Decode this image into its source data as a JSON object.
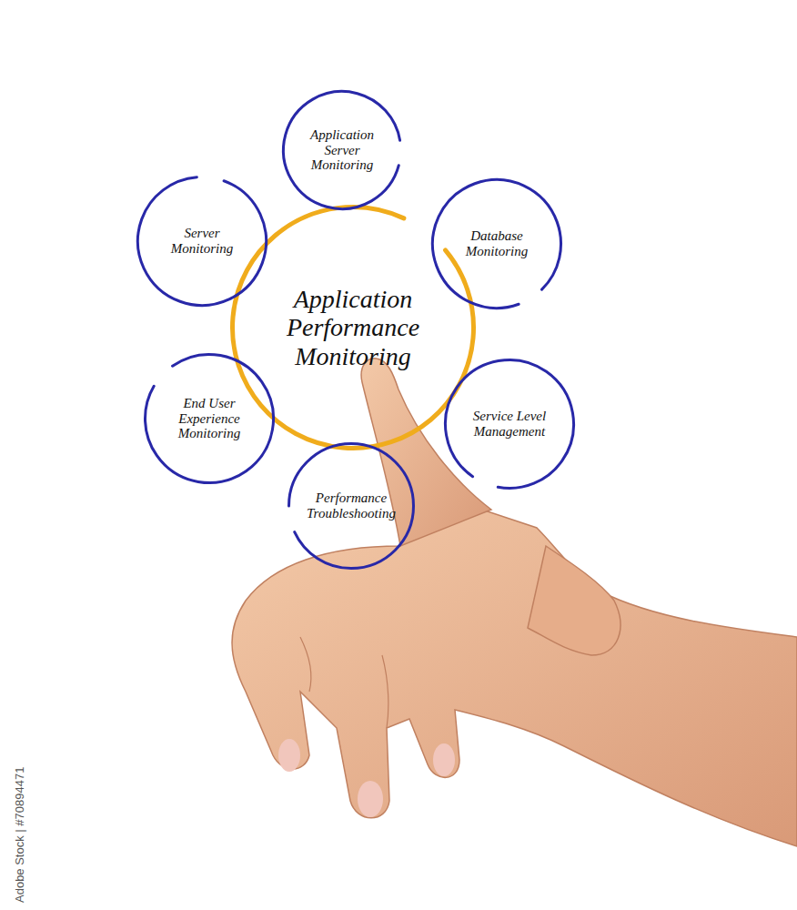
{
  "diagram": {
    "nodes": [
      {
        "text": [
          "Application Performance Monitoring"
        ]
      },
      {
        "text": [
          "Application Server Monitoring"
        ]
      },
      {
        "text": [
          "Database Monitoring"
        ]
      },
      {
        "text": [
          "Service Level Management"
        ]
      },
      {
        "text": [
          "Performance Troubleshooting"
        ]
      },
      {
        "text": [
          "End User Experience Monitoring"
        ]
      },
      {
        "text": [
          "Server Monitoring"
        ]
      }
    ],
    "labels": [
      "Adobe Stock | #70894471"
    ]
  }
}
